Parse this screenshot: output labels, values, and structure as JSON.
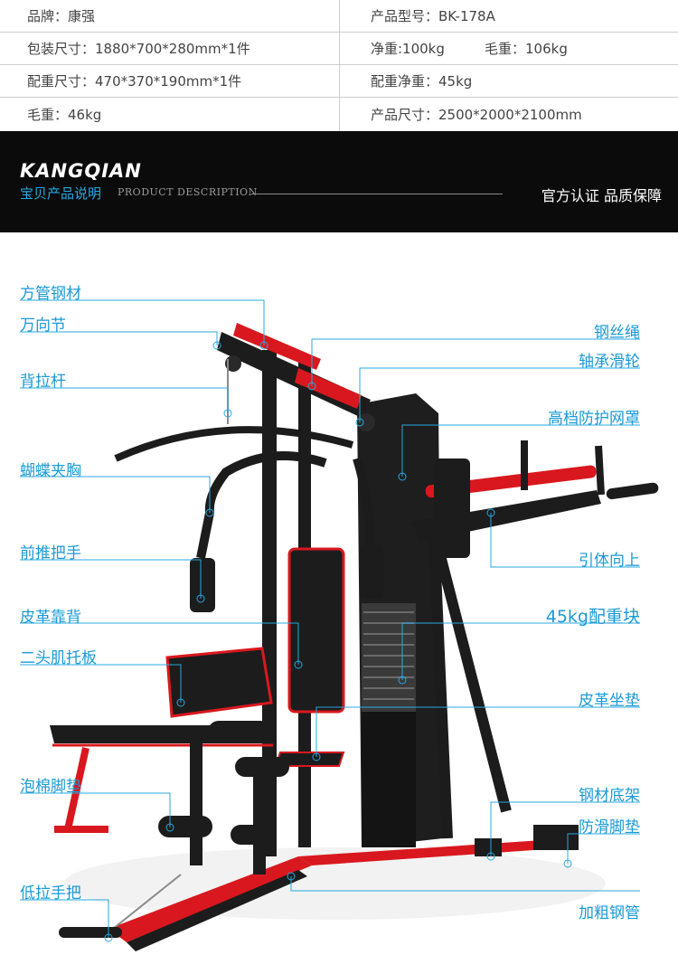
{
  "specs": {
    "rows": [
      {
        "left": "品牌：康强",
        "right": "产品型号：BK-178A"
      },
      {
        "left": "包装尺寸：1880*700*280mm*1件",
        "right": "净重:100kg",
        "right_extra": "毛重：106kg"
      },
      {
        "left": "配重尺寸：470*370*190mm*1件",
        "right": "配重净重：45kg"
      },
      {
        "left": "毛重：46kg",
        "right": "产品尺寸：2500*2000*2100mm"
      }
    ]
  },
  "banner": {
    "brand": "KANGQIAN",
    "subtitle_cn": "宝贝产品说明",
    "subtitle_en": "PRODUCT DESCRIPTION",
    "slogan": "官方认证 品质保障"
  },
  "labels": {
    "left": [
      "方管钢材",
      "万向节",
      "背拉杆",
      "蝴蝶夹胸",
      "前推把手",
      "皮革靠背",
      "二头肌托板",
      "泡棉脚垫",
      "低拉手把"
    ],
    "right": [
      "钢丝绳",
      "轴承滑轮",
      "高档防护网罩",
      "引体向上",
      "45kg配重块",
      "皮革坐垫",
      "钢材底架",
      "防滑脚垫",
      "加粗钢管"
    ]
  },
  "colors": {
    "accent": "#1a9ad6",
    "frame": "#1c1c1c",
    "trim": "#d8181e",
    "banner_bg": "#0b0b0b"
  }
}
